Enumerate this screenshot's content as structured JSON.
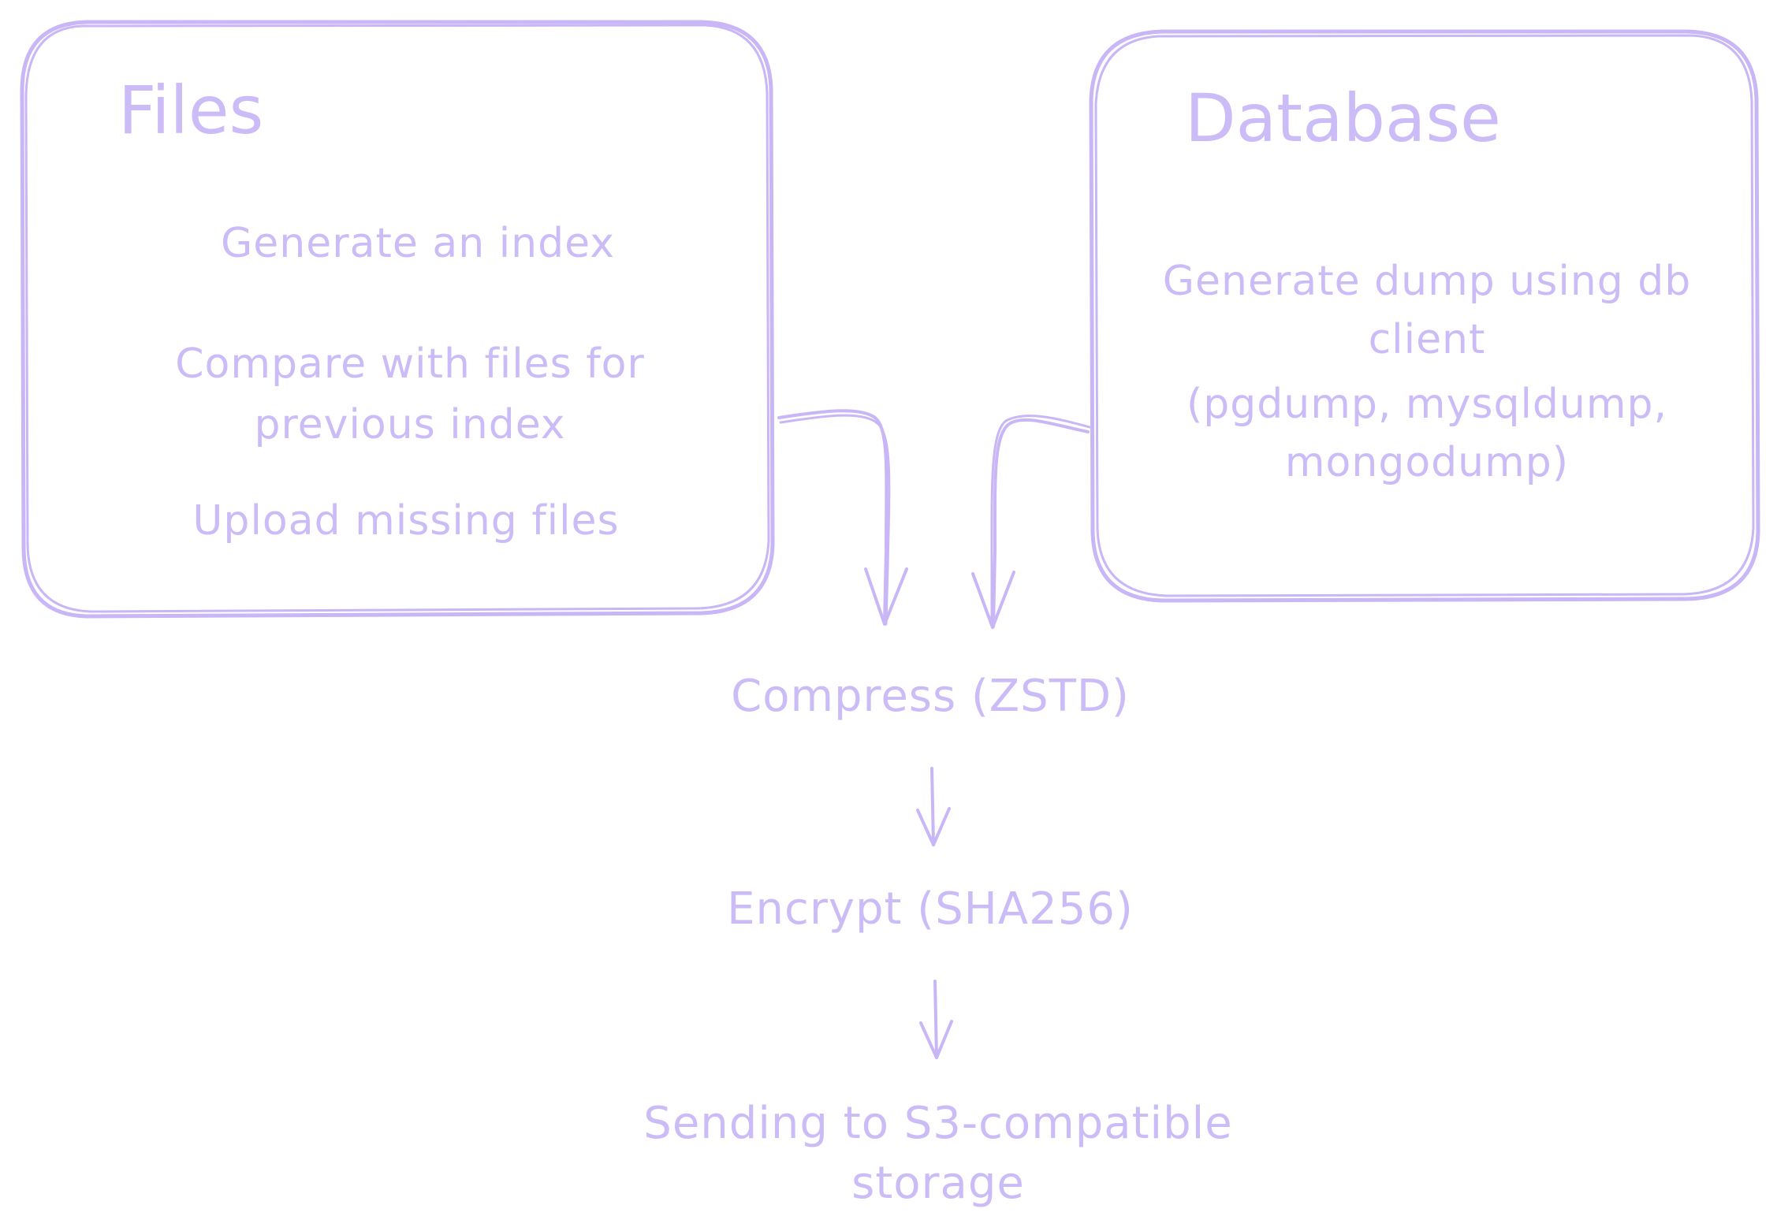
{
  "files_box": {
    "title": "Files",
    "steps": [
      "Generate an index",
      "Compare with files for",
      "previous index",
      "Upload missing files"
    ]
  },
  "database_box": {
    "title": "Database",
    "lines": [
      "Generate dump using db",
      "client",
      "(pgdump, mysqldump,",
      "mongodump)"
    ]
  },
  "pipeline": {
    "compress": "Compress (ZSTD)",
    "encrypt": "Encrypt (SHA256)",
    "send_line1": "Sending to S3-compatible",
    "send_line2": "storage"
  },
  "colors": {
    "stroke": "#c8b6f6",
    "text": "#cbbcf7",
    "background": "#ffffff"
  }
}
